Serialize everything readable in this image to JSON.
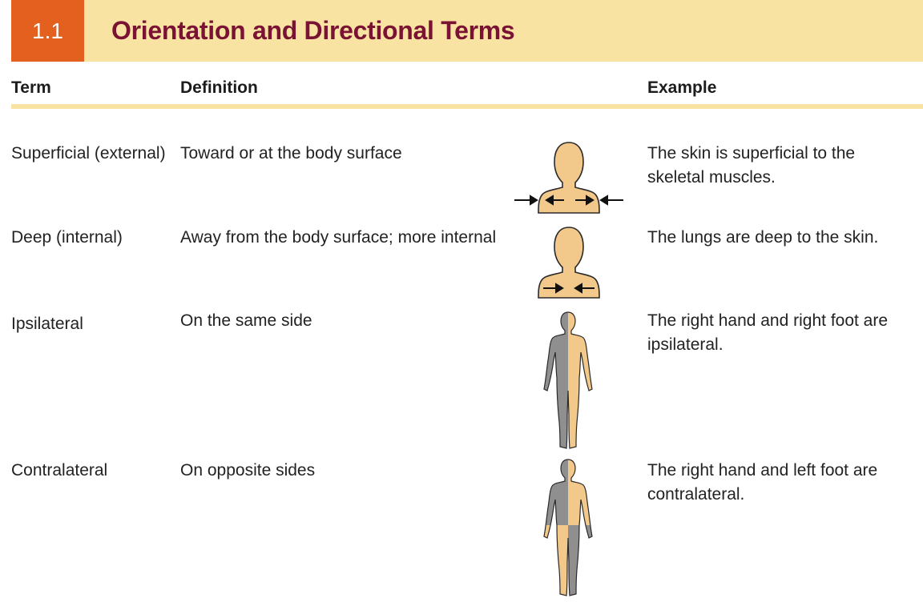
{
  "table": {
    "number": "1.1",
    "title": "Orientation and Directional Terms",
    "accent_color": "#e3601f",
    "band_color": "#f8e3a3",
    "title_color": "#7a1234"
  },
  "columns": {
    "term": "Term",
    "definition": "Definition",
    "example": "Example"
  },
  "rows": [
    {
      "term": "Superficial (external)",
      "definition": "Toward or at the body surface",
      "example": "The skin is superficial to the skeletal muscles.",
      "illustration": "bust-arrows-outside-icon"
    },
    {
      "term": "Deep (internal)",
      "definition": "Away from the body surface; more internal",
      "example": "The lungs are deep to the skin.",
      "illustration": "bust-arrows-inside-icon"
    },
    {
      "term": "Ipsilateral",
      "definition": "On the same side",
      "example": "The right hand and right foot are ipsilateral.",
      "illustration": "body-same-side-shaded-icon"
    },
    {
      "term": "Contralateral",
      "definition": "On opposite sides",
      "example": "The right hand and left foot are contralateral.",
      "illustration": "body-opposite-sides-shaded-icon"
    }
  ]
}
